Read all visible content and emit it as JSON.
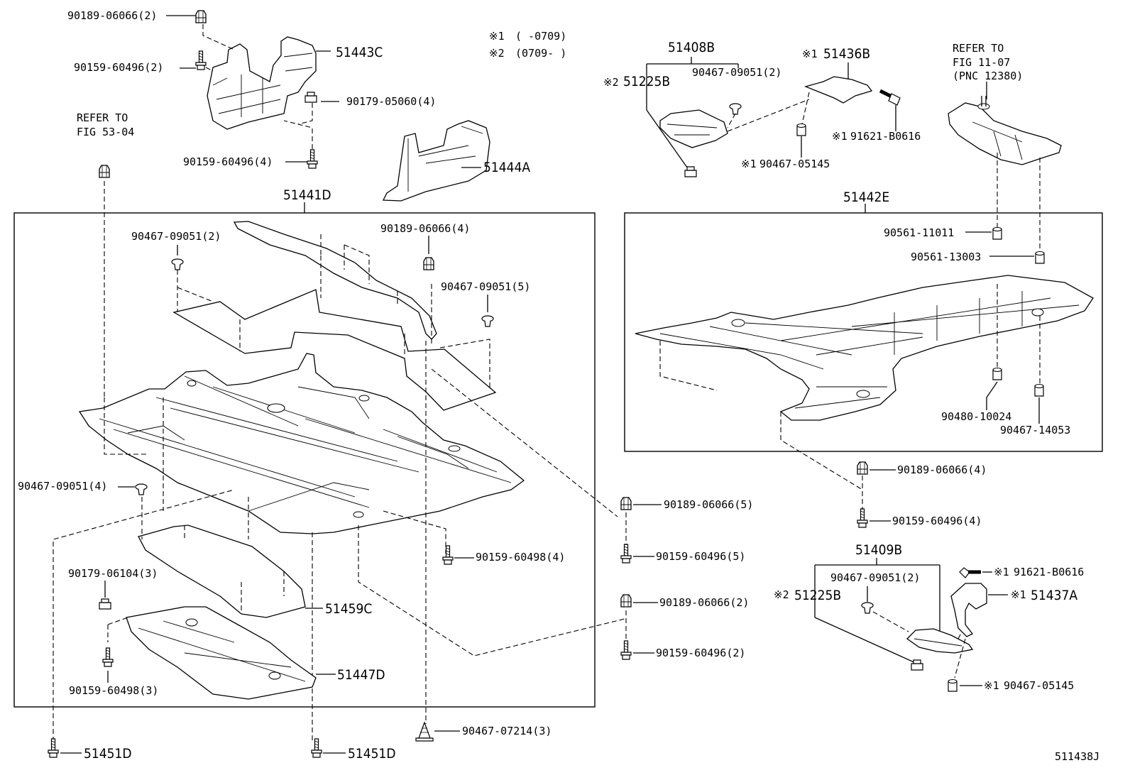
{
  "legend": {
    "note1_mark": "※1",
    "note1_range": "(      -0709)",
    "note2_mark": "※2",
    "note2_range": "(0709-      )"
  },
  "refer_left": {
    "line1": "REFER TO",
    "line2": "FIG 53-04"
  },
  "refer_right": {
    "line1": "REFER TO",
    "line2": "FIG 11-07",
    "line3": "(PNC 12380)"
  },
  "diagram_id": "511438J",
  "parts": {
    "p_51443C": "51443C",
    "p_51444A": "51444A",
    "p_51441D": "51441D",
    "p_51442E": "51442E",
    "p_51408B": "51408B",
    "p_51225B_top": "51225B",
    "p_51436B": "51436B",
    "p_51409B": "51409B",
    "p_51225B_bot": "51225B",
    "p_51437A": "51437A",
    "p_51459C": "51459C",
    "p_51447D": "51447D",
    "p_51451D_left": "51451D",
    "p_51451D_right": "51451D"
  },
  "marks": {
    "m_51225B_top": "※2",
    "m_51436B": "※1",
    "m_91621_top": "※1",
    "m_90467_05145_top": "※1",
    "m_91621_bot": "※1",
    "m_51437A": "※1",
    "m_51225B_bot": "※2",
    "m_90467_05145_bot": "※1"
  },
  "fasteners": {
    "f01": "90189-06066(2)",
    "f02": "90159-60496(2)",
    "f03": "90179-05060(4)",
    "f04": "90159-60496(4)",
    "f05": "90467-09051(2)",
    "f06": "90189-06066(4)",
    "f07": "90467-09051(5)",
    "f08": "90467-09051(4)",
    "f09": "90159-60498(4)",
    "f10": "90179-06104(3)",
    "f11": "90159-60498(3)",
    "f12": "90467-07214(3)",
    "f13": "90189-06066(5)",
    "f14": "90159-60496(5)",
    "f15": "90189-06066(2)",
    "f16": "90159-60496(2)",
    "f17": "90467-09051(2)",
    "f18": "91621-B0616",
    "f19": "90467-05145",
    "f20": "90561-11011",
    "f21": "90561-13003",
    "f22": "90480-10024",
    "f23": "90467-14053",
    "f24": "90189-06066(4)",
    "f25": "90159-60496(4)",
    "f26": "90467-09051(2)",
    "f27": "91621-B0616",
    "f28": "90467-05145"
  }
}
